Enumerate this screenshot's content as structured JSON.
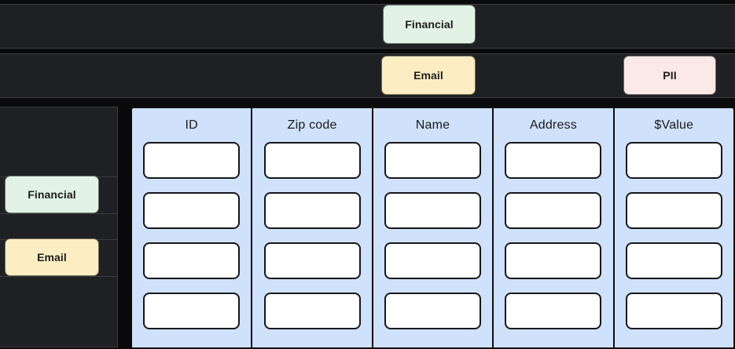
{
  "theme": {
    "page_background": "#0a0a0a",
    "panel_background": "#1f2023",
    "panel_border": "#3a3b3e",
    "table_background": "#cfe1fb",
    "table_border": "#0d0d0f",
    "cell_background": "#ffffff",
    "cell_border": "#16171a",
    "tag_text_color": "#1c1c1e"
  },
  "tags": {
    "financial": {
      "label": "Financial",
      "color": "#e2f3e6"
    },
    "email": {
      "label": "Email",
      "color": "#fceec2"
    },
    "pii": {
      "label": "PII",
      "color": "#fbe9e7"
    }
  },
  "top_rows": [
    {
      "row_index": 1,
      "tags": [
        "financial"
      ]
    },
    {
      "row_index": 2,
      "tags": [
        "email",
        "pii"
      ]
    }
  ],
  "sidebar": {
    "items": [
      {
        "label": "Financial",
        "color": "#e2f3e6"
      },
      {
        "label": "Email",
        "color": "#fceec2"
      }
    ]
  },
  "table": {
    "columns": [
      {
        "header": "ID"
      },
      {
        "header": "Zip code"
      },
      {
        "header": "Name"
      },
      {
        "header": "Address"
      },
      {
        "header": "$Value"
      }
    ],
    "row_count": 4,
    "cell_value": ""
  }
}
